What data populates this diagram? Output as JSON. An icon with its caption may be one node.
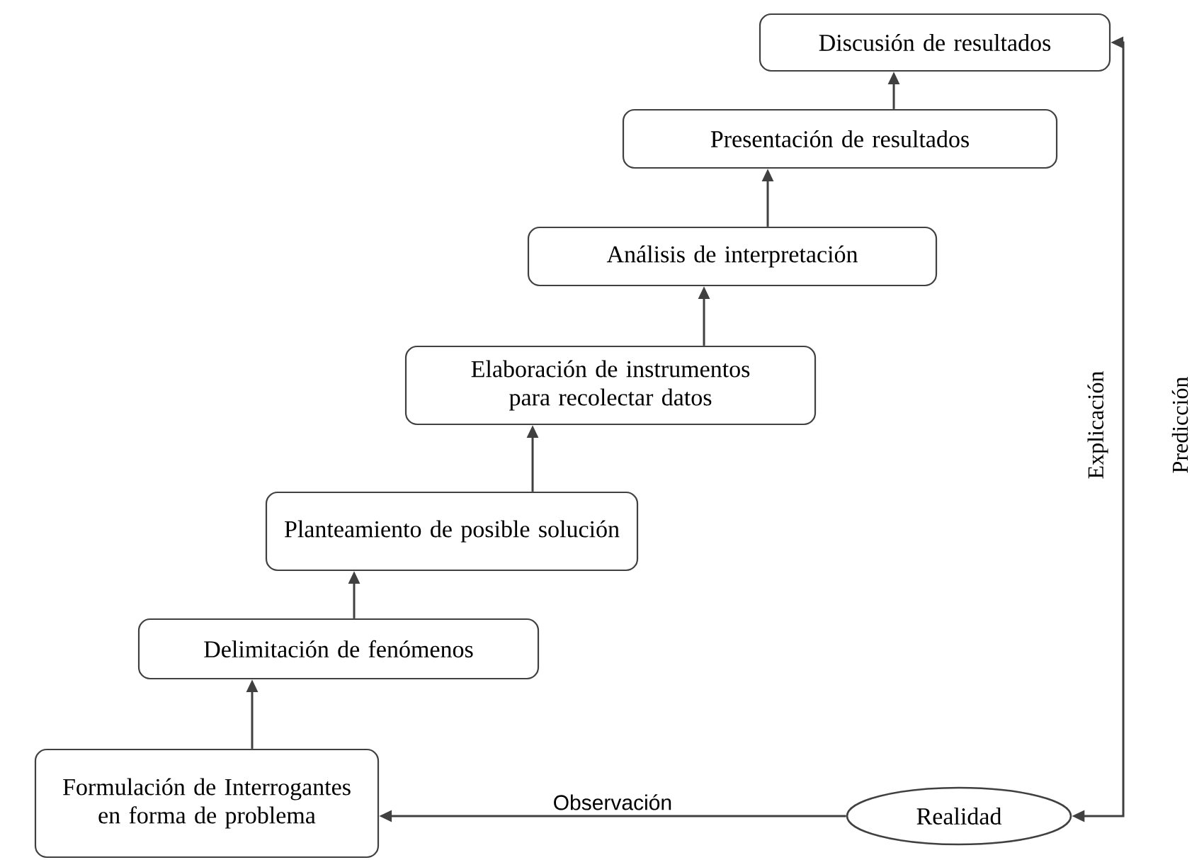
{
  "diagram": {
    "nodes": [
      {
        "text": [
          "Formulación de Interrogantes en forma de problema"
        ]
      },
      {
        "text": [
          "Delimitación de fenómenos"
        ]
      },
      {
        "text": [
          "Planteamiento de posible solución"
        ]
      },
      {
        "text": [
          "Elaboración de instrumentos para recolectar datos"
        ]
      },
      {
        "text": [
          "Análisis de interpretación"
        ]
      },
      {
        "text": [
          "Presentación de resultados"
        ]
      },
      {
        "text": [
          "Discusión de  resultados"
        ]
      },
      {
        "text": [
          "Realidad"
        ]
      }
    ],
    "edges": [
      {
        "from": 0,
        "to": 1,
        "arrow": "to"
      },
      {
        "from": 1,
        "to": 2,
        "arrow": "to"
      },
      {
        "from": 2,
        "to": 3,
        "arrow": "to"
      },
      {
        "from": 3,
        "to": 4,
        "arrow": "to"
      },
      {
        "from": 4,
        "to": 5,
        "arrow": "to"
      },
      {
        "from": 5,
        "to": 6,
        "arrow": "to"
      },
      {
        "from": 7,
        "to": 0,
        "arrow": "to",
        "label": "Observación"
      },
      {
        "from": 7,
        "to": 6,
        "arrow": "both"
      }
    ],
    "labels": [
      "Explicación",
      "Predicción"
    ]
  }
}
